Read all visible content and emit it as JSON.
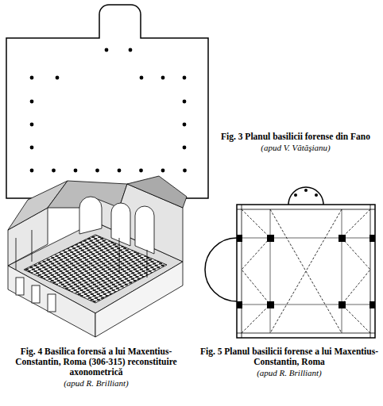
{
  "diagram": {
    "labels": [
      "Fig. 3 Planul basilicii forense din Fano",
      "(apud V. Vătăşianu)",
      "Fig. 4 Basilica forensă a lui Maxentius-Constantin, Roma (306-315) reconstituire axonometrică",
      "(apud R. Brilliant)",
      "Fig. 5 Planul basilicii forense a lui Maxentius-Constantin, Roma",
      "(apud R. Brilliant)"
    ]
  }
}
